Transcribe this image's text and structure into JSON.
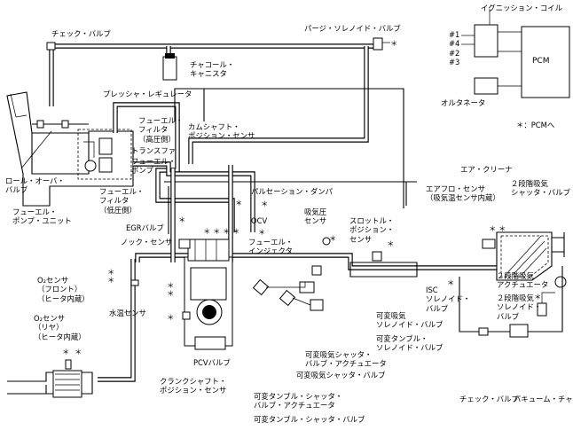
{
  "labels": {
    "check_valve_top": "チェック・バルブ",
    "purge_solenoid_valve": "パージ・ソレノイド・バルブ",
    "ignition_coil": "イグニッション・コイル",
    "coil_1_4": "#1\n#4",
    "coil_2_3": "#2\n#3",
    "pcm": "PCM",
    "alternator": "オルタネータ",
    "to_pcm_note": "＊：PCMへ",
    "charcoal_canister": "チャコール・\nキャニスタ",
    "pressure_regulator": "プレッシャ・レギュレータ",
    "fuel_filter_high": "フューエル・\nフィルタ\n（高圧側）",
    "transfer": "トランスファ",
    "fuel_pump": "フューエル・\nポンプ",
    "fuel_filter_low": "フューエル・\nフィルタ\n（低圧側）",
    "rollover_valve": "ロール・オーバ・\nバルブ",
    "fuel_pump_unit": "フューエル・\nポンプ・ユニット",
    "camshaft_sensor": "カムシャフト・\nポジション・センサ",
    "air_cleaner": "エア・クリーナ",
    "airflow_sensor": "エアフロ・センサ\n（吸気温センサ内蔵）",
    "two_stage_shutter_valve": "２段階吸気\nシャッタ・バルブ",
    "pulsation_damper": "パルセーション・ダンパ",
    "intake_pressure_sensor": "吸気圧\nセンサ",
    "throttle_sensor": "スロットル・\nポジション・\nセンサ",
    "egr_valve": "EGRバルブ",
    "ocv": "OCV",
    "knock_sensor": "ノック・センサ",
    "fuel_injector": "フューエル・\nインジェクタ",
    "o2_front": "O₂センサ\n（フロント）\n（ヒータ内蔵）",
    "coolant_sensor": "水温センサ",
    "o2_rear": "O₂センサ\n（リヤ）\n（ヒータ内蔵）",
    "isc_valve": "ISC\nソレノイド・\nバルブ",
    "two_stage_actuator": "２段階吸気\nアクチュエータ",
    "two_stage_solenoid": "２段階吸気\nソレノイド・\nバルブ",
    "var_intake_solenoid": "可変吸気\nソレノイド・バルブ",
    "var_tumble_solenoid": "可変タンブル・\nソレノイド・バルブ",
    "var_shutter_actuator": "可変吸気シャッタ・\nバルブ・アクチュエータ",
    "var_shutter_valve": "可変吸気シャッタ・バルブ",
    "pcv_valve": "PCVバルブ",
    "crankshaft_sensor": "クランクシャフト・\nポジション・センサ",
    "var_tumble_actuator": "可変タンブル・シャッタ・\nバルブ・アクチュエータ",
    "var_tumble_valve": "可変タンブル・シャッタ・バルブ",
    "check_valve_bottom": "チェック・バルブ",
    "vacuum_chamber": "バキューム・チャンバ"
  },
  "marker": "＊"
}
